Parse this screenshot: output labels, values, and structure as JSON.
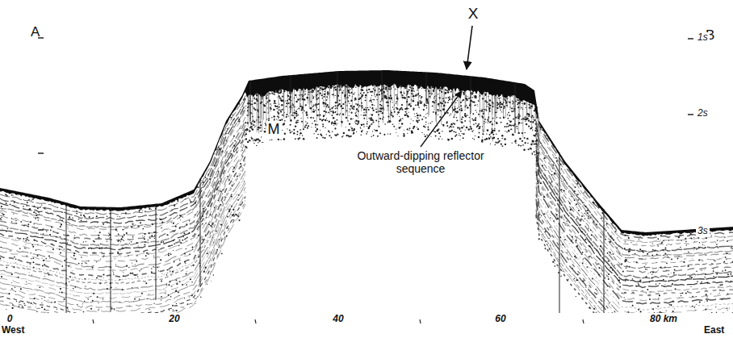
{
  "diagram": {
    "labels": [
      "A",
      "B",
      "X",
      "M",
      "Outward-dipping reflector sequence",
      "1s",
      "2s",
      "3s",
      "0",
      "20",
      "40",
      "60",
      "80 km",
      "West",
      "East"
    ]
  }
}
